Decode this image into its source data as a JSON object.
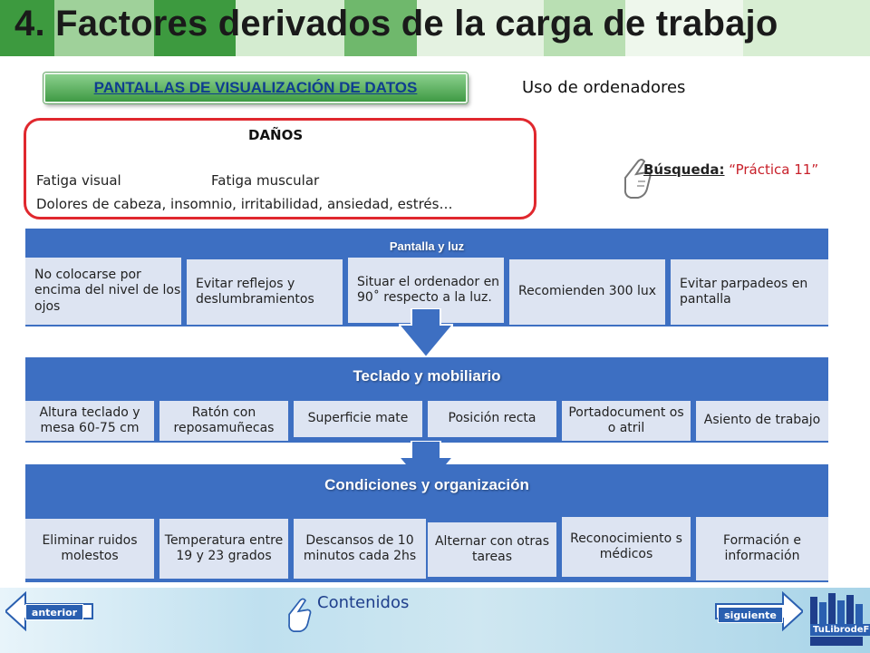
{
  "header": {
    "title": "4. Factores derivados de la carga de trabajo",
    "section_banner": "PANTALLAS DE VISUALIZACIÓN DE DATOS",
    "subtitle": "Uso de ordenadores"
  },
  "danos": {
    "title": "DAÑOS",
    "item_visual": "Fatiga visual",
    "item_muscular": "Fatiga muscular",
    "line2": "Dolores de cabeza, insomnio, irritabilidad, ansiedad, estrés…"
  },
  "busqueda": {
    "label": "Búsqueda:",
    "value": "“Práctica 11”"
  },
  "bands": [
    {
      "title": "Pantalla y luz",
      "cells": [
        "No colocarse por encima del nivel de los ojos",
        "Evitar reflejos y deslumbramientos",
        "Situar el ordenador en 90˚ respecto a la luz.",
        "Recomienden 300 lux",
        "Evitar parpadeos en pantalla"
      ]
    },
    {
      "title": "Teclado y mobiliario",
      "cells": [
        "Altura teclado y mesa 60-75 cm",
        "Ratón con reposamuñecas",
        "Superficie mate",
        "Posición recta",
        "Portadocument os o atril",
        "Asiento de trabajo"
      ]
    },
    {
      "title": "Condiciones y organización",
      "cells": [
        "Eliminar ruidos molestos",
        "Temperatura entre 19 y 23 grados",
        "Descansos de 10 minutos cada 2hs",
        "Alternar con otras tareas",
        "Reconocimiento s médicos",
        "Formación e información"
      ]
    }
  ],
  "footer": {
    "prev_label": "anterior",
    "next_label": "siguiente",
    "contents_label": "Contenidos",
    "logo_text": "TuLibrodeFP"
  },
  "colors": {
    "band_blue": "#3d6fc2",
    "cell_bg": "#dde4f2",
    "danger_red": "#e0282e",
    "banner_green": "#4fa653",
    "link_blue": "#1f3f8c"
  }
}
